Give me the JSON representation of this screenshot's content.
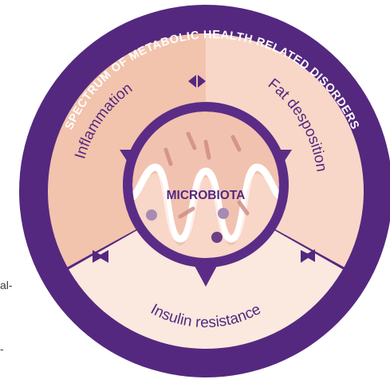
{
  "ring_title": "SPECTRUM OF METABOLIC HEALTH RELATED DISORDERS",
  "center_label": "MICROBIOTA",
  "sectors": [
    {
      "label": "Inflammation",
      "color": "#f2c3ad"
    },
    {
      "label": "Fat desposition",
      "color": "#f8d7c8"
    },
    {
      "label": "Insulin resistance",
      "color": "#fbe8df"
    }
  ],
  "edge_fragments": [
    "al-",
    "-"
  ],
  "colors": {
    "ring": "#54287f",
    "inner_ring": "#5b2c86",
    "gut_bg": "#f2c2b0",
    "gut_fold": "#ffffff",
    "microbe": "#cf8e86",
    "dot": "#a78ab5",
    "dot_dark": "#6b3f85",
    "arrow": "#54287f"
  },
  "icons": [
    "double-arrow-icon",
    "triangle-arrow-icon"
  ]
}
